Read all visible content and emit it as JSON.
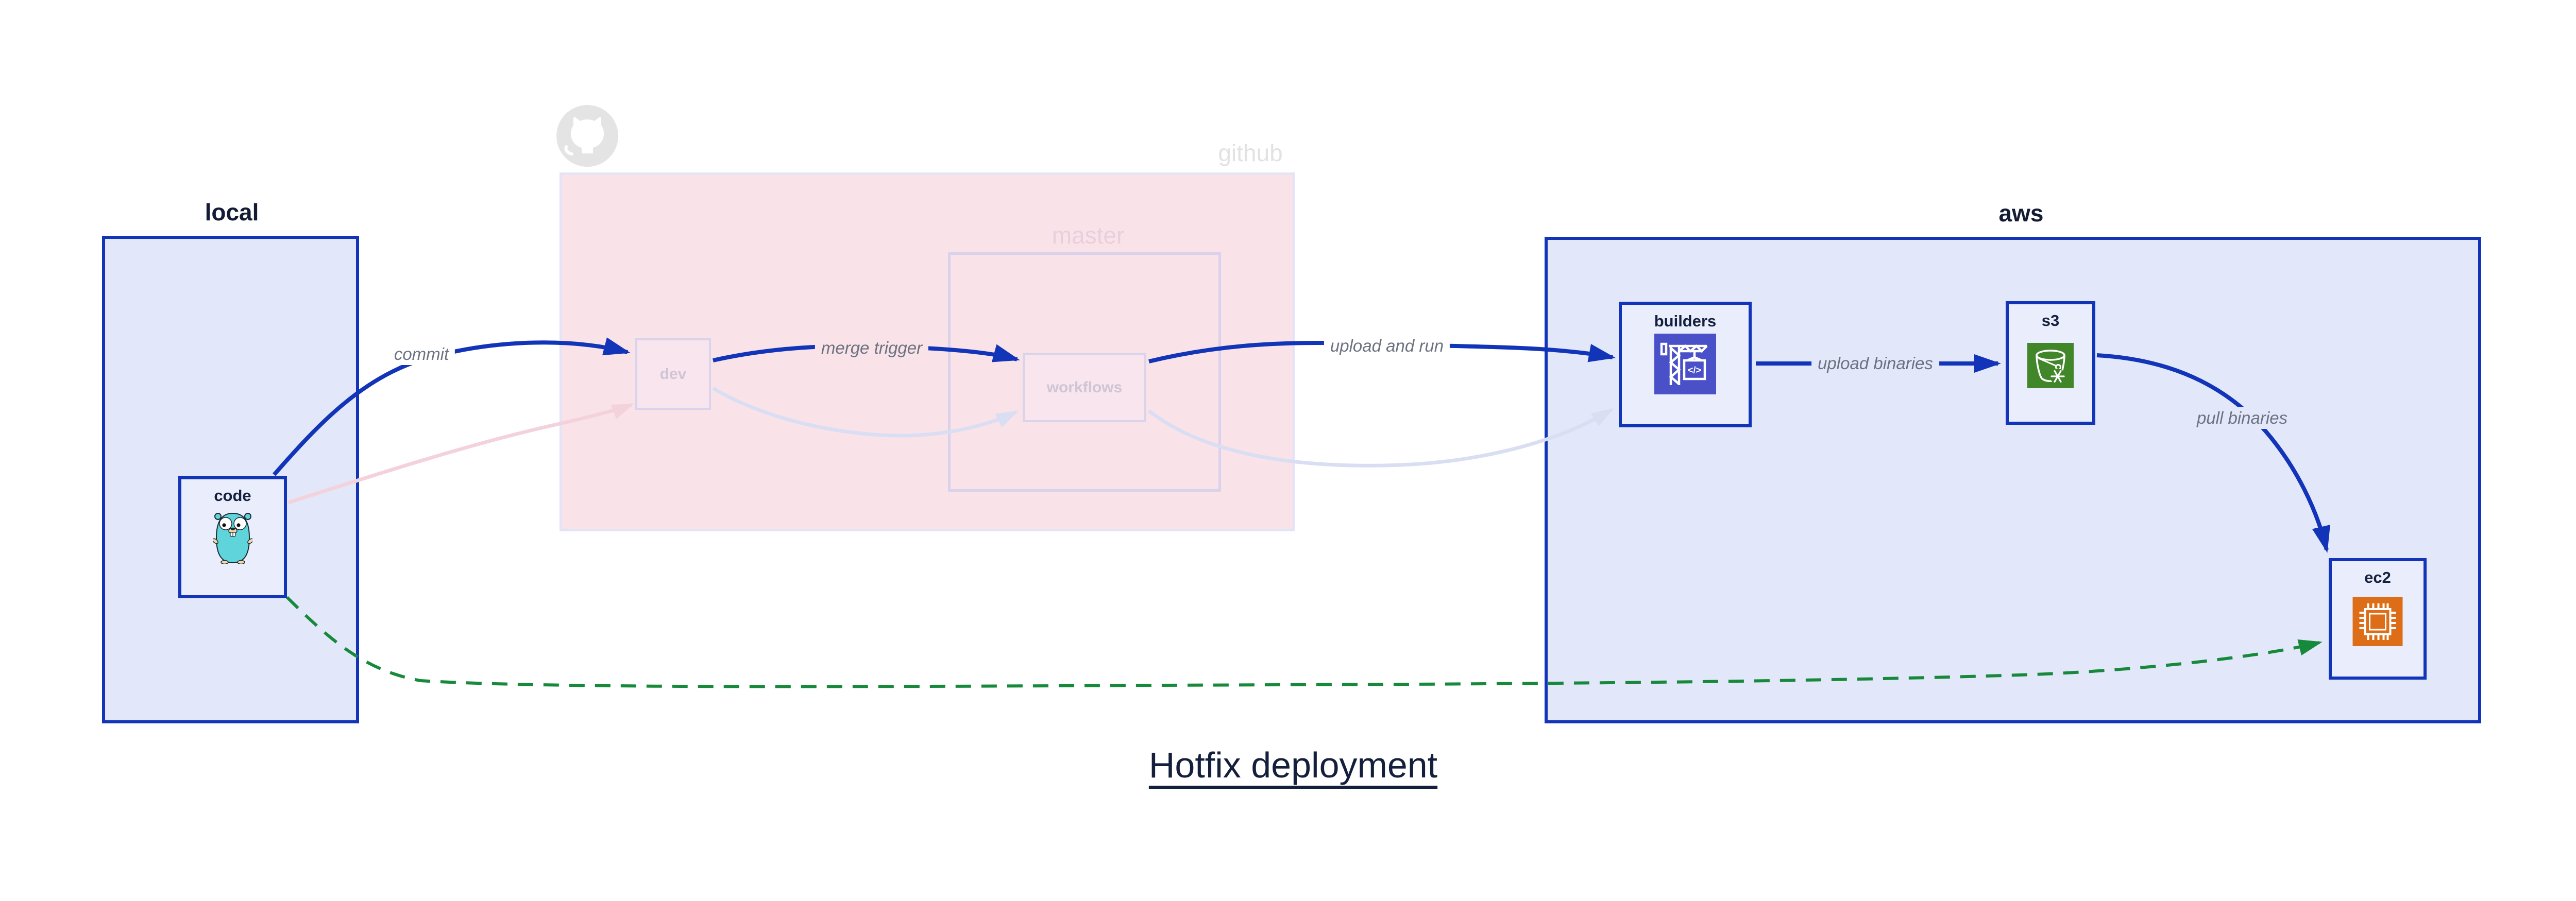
{
  "title": "Hotfix deployment",
  "containers": {
    "local": {
      "label": "local"
    },
    "github": {
      "label": "github"
    },
    "master": {
      "label": "master"
    },
    "aws": {
      "label": "aws"
    }
  },
  "nodes": {
    "code": {
      "label": "code",
      "icon": "go-gopher-icon"
    },
    "dev": {
      "label": "dev"
    },
    "workflows": {
      "label": "workflows"
    },
    "builders": {
      "label": "builders",
      "icon": "codebuild-crane-icon",
      "icon_glyph": "</>"
    },
    "s3": {
      "label": "s3",
      "icon": "s3-bucket-snowflake-icon"
    },
    "ec2": {
      "label": "ec2",
      "icon": "ec2-chip-icon"
    }
  },
  "edges": [
    {
      "id": "commit",
      "label": "commit",
      "from": "code",
      "to": "dev",
      "style": "solid-blue"
    },
    {
      "id": "merge-trigger",
      "label": "merge trigger",
      "from": "dev",
      "to": "workflows",
      "style": "solid-blue"
    },
    {
      "id": "upload-and-run",
      "label": "upload and run",
      "from": "workflows",
      "to": "builders",
      "style": "solid-blue"
    },
    {
      "id": "upload-binaries",
      "label": "upload binaries",
      "from": "builders",
      "to": "s3",
      "style": "solid-blue"
    },
    {
      "id": "pull-binaries",
      "label": "pull binaries",
      "from": "s3",
      "to": "ec2",
      "style": "solid-blue"
    },
    {
      "id": "hotfix-pull",
      "label": "",
      "from": "code",
      "to": "ec2",
      "style": "dashed-green"
    },
    {
      "id": "faded-commit",
      "label": "",
      "from": "code",
      "to": "dev",
      "style": "faded-pink"
    },
    {
      "id": "faded-merge",
      "label": "",
      "from": "dev",
      "to": "workflows",
      "style": "faded-lavender"
    },
    {
      "id": "faded-run",
      "label": "",
      "from": "workflows",
      "to": "builders",
      "style": "faded-lavender"
    }
  ],
  "colors": {
    "arrow_blue": "#1134b8",
    "arrow_green": "#17893b",
    "arrow_faded_pink": "#f4d2dc",
    "arrow_faded_lavender": "#d9def3",
    "container_fill_blue": "#e2e7fa",
    "container_fill_pink": "#f9e3e9",
    "node_fill_blue": "#eaeefc",
    "text_navy": "#141f3c",
    "edge_label_gray": "#6b7280",
    "codebuild_icon_bg": "#4a50c8",
    "s3_icon_bg": "#418629",
    "ec2_icon_bg": "#dd6d17",
    "gopher_teal": "#5fd4da"
  }
}
